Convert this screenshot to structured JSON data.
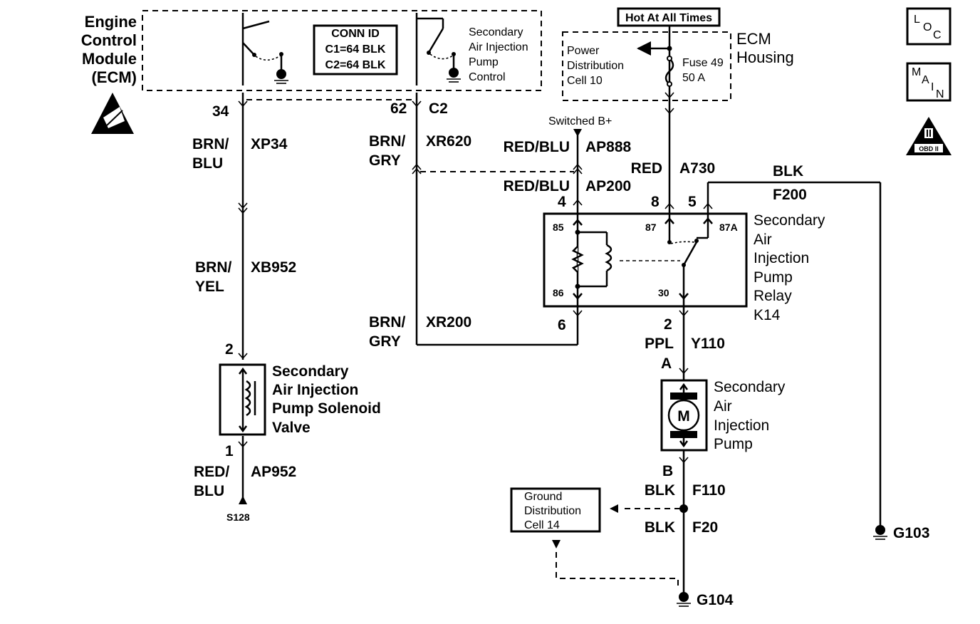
{
  "ecm": {
    "title_lines": [
      "Engine",
      "Control",
      "Module",
      "(ECM)"
    ],
    "conn_id": {
      "header": "CONN ID",
      "c1": "C1=64 BLK",
      "c2": "C2=64 BLK"
    },
    "control_lines": [
      "Secondary",
      "Air Injection",
      "Pump",
      "Control"
    ],
    "pin34": "34",
    "pin62": "62",
    "connector": "C2"
  },
  "top": {
    "hot_label": "Hot At All Times",
    "housing_lines": [
      "ECM",
      "Housing"
    ],
    "power_dist_lines": [
      "Power",
      "Distribution",
      "Cell 10"
    ],
    "fuse_lines": [
      "Fuse 49",
      "50 A"
    ],
    "switched_b": "Switched B+"
  },
  "wires": {
    "w34_color": [
      "BRN/",
      "BLU"
    ],
    "w34_circuit": "XP34",
    "wb952_color": [
      "BRN/",
      "YEL"
    ],
    "wb952_circuit": "XB952",
    "w620_color": [
      "BRN/",
      "GRY"
    ],
    "w620_circuit": "XR620",
    "w200_color": [
      "BRN/",
      "GRY"
    ],
    "w200_circuit": "XR200",
    "ap888_color": "RED/BLU",
    "ap888_circuit": "AP888",
    "ap200_color": "RED/BLU",
    "ap200_circuit": "AP200",
    "a730_color": "RED",
    "a730_circuit": "A730",
    "f200_color": "BLK",
    "f200_circuit": "F200",
    "y110_color": "PPL",
    "y110_circuit": "Y110",
    "f110_color": "BLK",
    "f110_circuit": "F110",
    "f20_color": "BLK",
    "f20_circuit": "F20",
    "ap952_color": [
      "RED/",
      "BLU"
    ],
    "ap952_circuit": "AP952"
  },
  "relay": {
    "name_lines": [
      "Secondary",
      "Air",
      "Injection",
      "Pump",
      "Relay",
      "K14"
    ],
    "pin85": "85",
    "pin86": "86",
    "pin87": "87",
    "pin87a": "87A",
    "pin30": "30",
    "conn4": "4",
    "conn8": "8",
    "conn5": "5",
    "conn6": "6",
    "conn2": "2"
  },
  "solenoid": {
    "name_lines": [
      "Secondary",
      "Air Injection",
      "Pump Solenoid",
      "Valve"
    ],
    "pin2": "2",
    "pin1": "1",
    "splice": "S128"
  },
  "pump": {
    "name_lines": [
      "Secondary",
      "Air",
      "Injection",
      "Pump"
    ],
    "motor": "M",
    "pinA": "A",
    "pinB": "B"
  },
  "ground": {
    "dist_lines": [
      "Ground",
      "Distribution",
      "Cell 14"
    ],
    "g103": "G103",
    "g104": "G104"
  },
  "icons": {
    "loc": [
      "L",
      "O",
      "C"
    ],
    "main": [
      "M",
      "A",
      "I",
      "N"
    ],
    "obd": "OBD II"
  }
}
